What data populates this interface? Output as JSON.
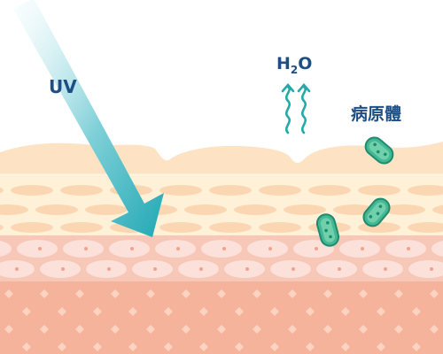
{
  "labels": {
    "uv": "UV",
    "water_main": "H",
    "water_sub": "2",
    "water_tail": "O",
    "pathogen": "病原體"
  },
  "colors": {
    "label_text": "#1d4f86",
    "uv_arrow_top": "#e6f7fa",
    "uv_arrow_bottom": "#21a8b4",
    "vapor_wave": "#26a9a9",
    "horny_layer": "#fde3c3",
    "horny_layer_light": "#fff3e2",
    "granular_layer": "#fff1d8",
    "granular_cells": "#fbd6b2",
    "spinous_layer": "#f7c7b7",
    "spinous_cells": "#fce1da",
    "dermis": "#f6b39b",
    "dermis_dots": "#fbd3c2",
    "pathogen_body": "#42b992",
    "pathogen_outline": "#1f8a70"
  },
  "icons": [
    "uv-arrow-icon",
    "vapor-wave-icon",
    "pathogen-icon"
  ]
}
